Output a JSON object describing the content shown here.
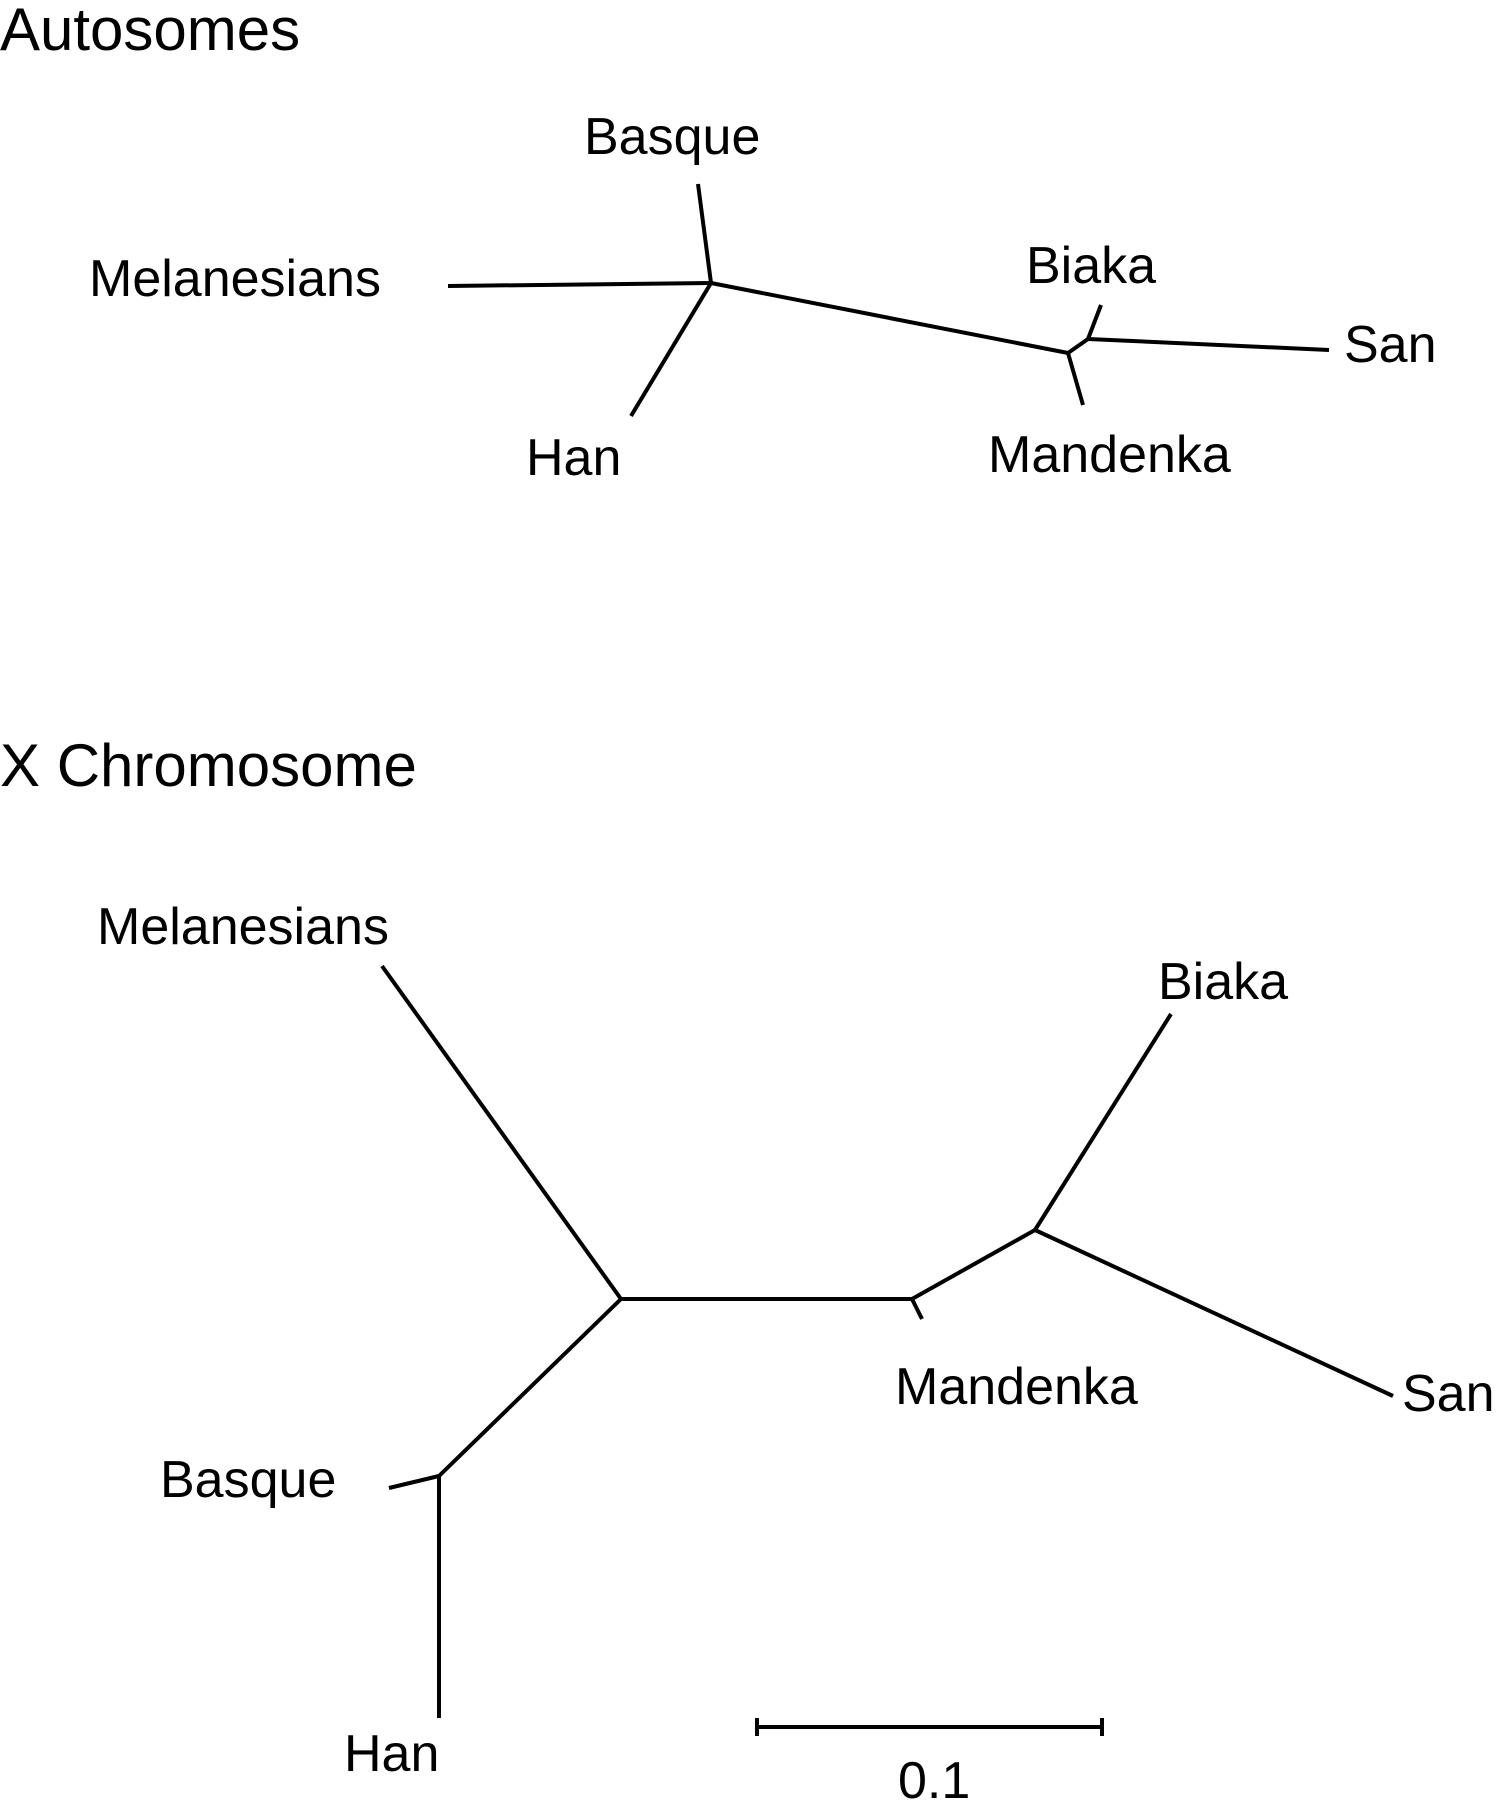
{
  "figure": {
    "panels": [
      {
        "title": "Autosomes",
        "taxa": {
          "basque": "Basque",
          "melanesians": "Melanesians",
          "han": "Han",
          "biaka": "Biaka",
          "san": "San",
          "mandenka": "Mandenka"
        }
      },
      {
        "title": "X Chromosome",
        "taxa": {
          "melanesians": "Melanesians",
          "biaka": "Biaka",
          "mandenka": "Mandenka",
          "san": "San",
          "basque": "Basque",
          "han": "Han"
        }
      }
    ],
    "scale_bar": {
      "label": "0.1",
      "length": 0.1
    },
    "colors": {
      "line": "#000000",
      "text": "#000000",
      "background": "#ffffff"
    }
  }
}
